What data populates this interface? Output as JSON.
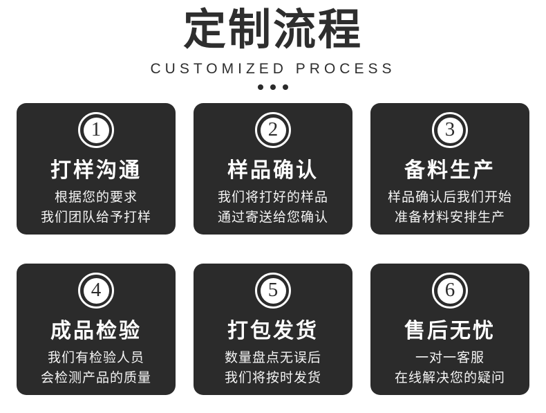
{
  "header": {
    "title": "定制流程",
    "subtitle": "CUSTOMIZED PROCESS"
  },
  "colors": {
    "background": "#ffffff",
    "card_background": "#2b2b2b",
    "heading_text": "#2e2e2e",
    "card_text": "#ffffff"
  },
  "steps": [
    {
      "number": "1",
      "title": "打样沟通",
      "line1": "根据您的要求",
      "line2": "我们团队给予打样"
    },
    {
      "number": "2",
      "title": "样品确认",
      "line1": "我们将打好的样品",
      "line2": "通过寄送给您确认"
    },
    {
      "number": "3",
      "title": "备料生产",
      "line1": "样品确认后我们开始",
      "line2": "准备材料安排生产"
    },
    {
      "number": "4",
      "title": "成品检验",
      "line1": "我们有检验人员",
      "line2": "会检测产品的质量"
    },
    {
      "number": "5",
      "title": "打包发货",
      "line1": "数量盘点无误后",
      "line2": "我们将按时发货"
    },
    {
      "number": "6",
      "title": "售后无忧",
      "line1": "一对一客服",
      "line2": "在线解决您的疑问"
    }
  ]
}
